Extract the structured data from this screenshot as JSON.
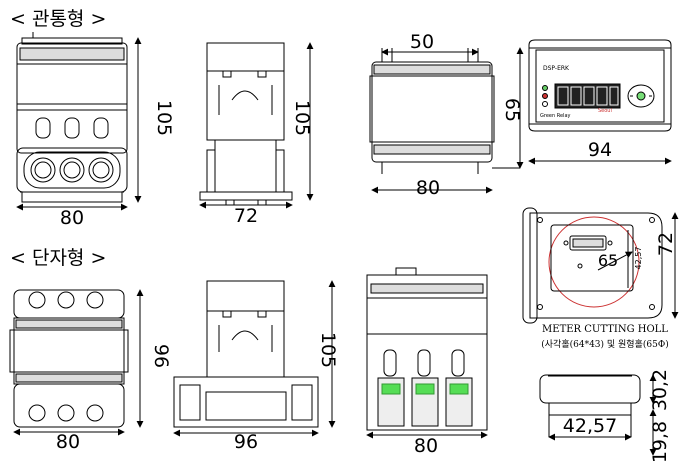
{
  "headings": {
    "through_type": "< 관통형 >",
    "terminal_type": "< 단자형 >"
  },
  "dims": {
    "t1_width": "80",
    "t1_height": "105",
    "t2_width": "72",
    "t2_height": "105",
    "t3_top": "50",
    "t3_height": "65",
    "t3_width": "80",
    "t4_width": "94",
    "b1_width": "80",
    "b1_height": "96",
    "b2_width": "96",
    "b2_height": "105",
    "b3_width": "80",
    "cut_height": "72",
    "cut_inner": "42,57",
    "cut_dia": "65",
    "side_h1": "30,2",
    "side_w": "42,57",
    "side_h2": "19,8"
  },
  "caption": {
    "line1": "METER CUTTING HOLL",
    "line2": "(사각홀(64*43) 및 원형홀(65Φ)"
  },
  "panel": {
    "model": "DSP-ERK",
    "brand": "Seoul",
    "sub": "Green Relay"
  }
}
